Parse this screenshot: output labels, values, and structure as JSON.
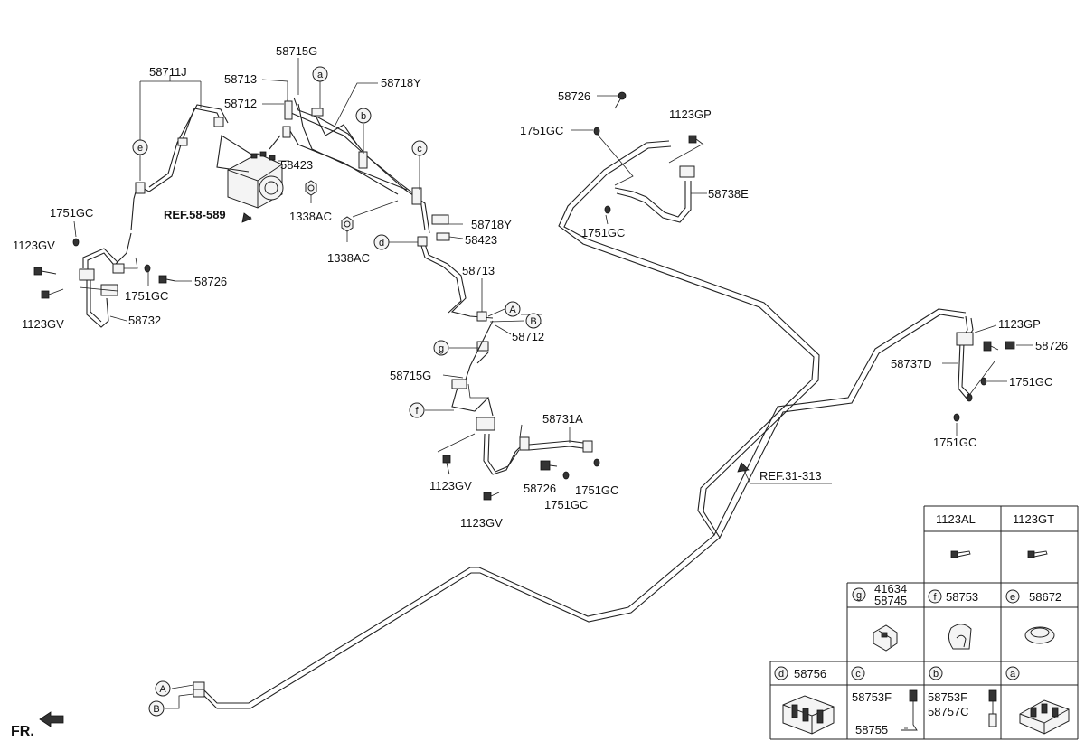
{
  "callouts": {
    "p58711J": "58711J",
    "p58715G_top": "58715G",
    "p58713_top": "58713",
    "p58712_top": "58712",
    "p58718Y_top": "58718Y",
    "p58423_top": "58423",
    "p1338AC_a": "1338AC",
    "p1338AC_b": "1338AC",
    "p58718Y_mid": "58718Y",
    "p58423_mid": "58423",
    "p58713_mid": "58713",
    "p58712_mid": "58712",
    "p58715G_mid": "58715G",
    "p58731A": "58731A",
    "p1123GV_a": "1123GV",
    "p1123GV_b": "1123GV",
    "p58726_c": "58726",
    "p1751GC_c": "1751GC",
    "p1751GC_d": "1751GC",
    "p1751GC_l1": "1751GC",
    "p1123GV_l1": "1123GV",
    "p1123GV_l2": "1123GV",
    "p1751GC_l2": "1751GC",
    "p58726_l": "58726",
    "p58732": "58732",
    "p58726_tr": "58726",
    "p1751GC_tr1": "1751GC",
    "p1123GP_tr": "1123GP",
    "p58738E": "58738E",
    "p1751GC_tr2": "1751GC",
    "p1123GP_r": "1123GP",
    "p58726_r": "58726",
    "p58737D": "58737D",
    "p1751GC_r1": "1751GC",
    "p1751GC_r2": "1751GC"
  },
  "references": {
    "ref_abs": "REF.58-589",
    "ref_body": "REF.31-313"
  },
  "letters": {
    "a": "a",
    "b": "b",
    "c": "c",
    "d": "d",
    "e": "e",
    "f": "f",
    "g": "g",
    "A_top": "A",
    "B_top": "B",
    "A_bot": "A",
    "B_bot": "B"
  },
  "direction": "FR.",
  "legend": {
    "row1": {
      "c1": "1123AL",
      "c2": "1123GT"
    },
    "row2": {
      "g_letter": "g",
      "g_part1": "41634",
      "g_part2": "58745",
      "f_letter": "f",
      "f_part": "58753",
      "e_letter": "e",
      "e_part": "58672"
    },
    "row3": {
      "d_letter": "d",
      "d_part": "58756",
      "c_letter": "c",
      "c_part1": "58753F",
      "c_part2": "58755",
      "b_letter": "b",
      "b_part1": "58753F",
      "b_part2": "58757C",
      "a_letter": "a"
    }
  }
}
